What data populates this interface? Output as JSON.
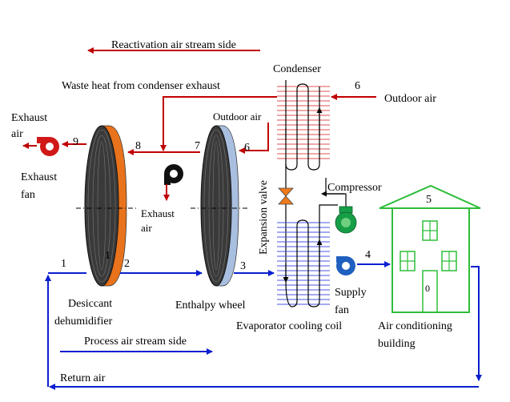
{
  "labels": {
    "reactivation_side": "Reactivation air stream side",
    "condenser": "Condenser",
    "waste_heat": "Waste heat from condenser exhaust",
    "outdoor_air_right": "Outdoor air",
    "outdoor_air_top": "Outdoor air",
    "exhaust_air_left_1": "Exhaust",
    "exhaust_air_left_2": "air",
    "exhaust_fan_1": "Exhaust",
    "exhaust_fan_2": "fan",
    "exhaust_air_mid_1": "Exhaust",
    "exhaust_air_mid_2": "air",
    "compressor": "Compressor",
    "expansion_valve": "Expansion valve",
    "supply_fan_1": "Supply",
    "supply_fan_2": "fan",
    "desiccant_1": "Desiccant",
    "desiccant_2": "dehumidifier",
    "enthalpy_wheel": "Enthalpy wheel",
    "evaporator": "Evaporator cooling coil",
    "building_1": "Air conditioning",
    "building_2": "building",
    "process_side": "Process air stream side",
    "return_air": "Return air"
  },
  "state_points": {
    "p1": "1",
    "p1_wheel": "1",
    "p2": "2",
    "p3": "3",
    "p4": "4",
    "p5": "5",
    "p6_top": "6",
    "p6_mid": "6",
    "p7": "7",
    "p8": "8",
    "p9": "9",
    "door": "0"
  },
  "colors": {
    "reactivation": "#c00000",
    "process": "#0a1fd0",
    "desiccant_wheel": "#e8731c",
    "enthalpy_wheel": "#a9bfdf",
    "building": "#2ebd3a",
    "compressor": "#169e47",
    "supply_fan": "#1f5fbf",
    "valve": "#f07a1a",
    "condenser_coil": "#e05050",
    "evaporator_coil": "#4a56e0"
  }
}
